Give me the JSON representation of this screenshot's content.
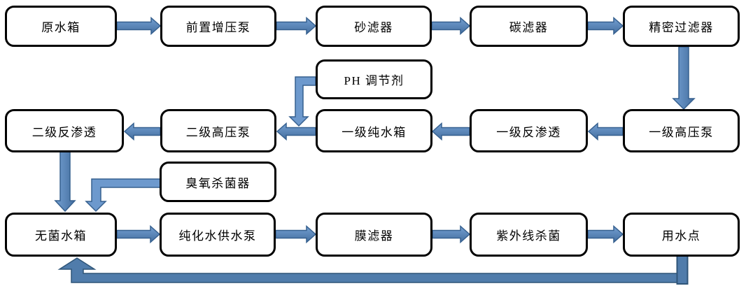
{
  "diagram": {
    "type": "flowchart",
    "description": "Pure water treatment process flow diagram",
    "nodes": [
      {
        "id": "raw-water-tank",
        "label": "原水箱"
      },
      {
        "id": "pre-booster-pump",
        "label": "前置增压泵"
      },
      {
        "id": "sand-filter",
        "label": "砂滤器"
      },
      {
        "id": "carbon-filter",
        "label": "碳滤器"
      },
      {
        "id": "precision-filter",
        "label": "精密过滤器"
      },
      {
        "id": "ph-adjuster",
        "label": "PH 调节剂"
      },
      {
        "id": "stage1-high-pressure-pump",
        "label": "一级高压泵"
      },
      {
        "id": "stage1-reverse-osmosis",
        "label": "一级反渗透"
      },
      {
        "id": "stage1-pure-water-tank",
        "label": "一级纯水箱"
      },
      {
        "id": "stage2-high-pressure-pump",
        "label": "二级高压泵"
      },
      {
        "id": "stage2-reverse-osmosis",
        "label": "二级反渗透"
      },
      {
        "id": "ozone-sterilizer",
        "label": "臭氧杀菌器"
      },
      {
        "id": "sterile-water-tank",
        "label": "无菌水箱"
      },
      {
        "id": "purified-water-supply-pump",
        "label": "纯化水供水泵"
      },
      {
        "id": "membrane-filter",
        "label": "膜滤器"
      },
      {
        "id": "uv-sterilizer",
        "label": "紫外线杀菌"
      },
      {
        "id": "water-use-point",
        "label": "用水点"
      }
    ],
    "edges": [
      {
        "from": "raw-water-tank",
        "to": "pre-booster-pump"
      },
      {
        "from": "pre-booster-pump",
        "to": "sand-filter"
      },
      {
        "from": "sand-filter",
        "to": "carbon-filter"
      },
      {
        "from": "carbon-filter",
        "to": "precision-filter"
      },
      {
        "from": "precision-filter",
        "to": "stage1-high-pressure-pump"
      },
      {
        "from": "stage1-high-pressure-pump",
        "to": "stage1-reverse-osmosis"
      },
      {
        "from": "stage1-reverse-osmosis",
        "to": "stage1-pure-water-tank"
      },
      {
        "from": "stage1-pure-water-tank",
        "to": "stage2-high-pressure-pump"
      },
      {
        "from": "ph-adjuster",
        "to": "stage2-high-pressure-pump"
      },
      {
        "from": "stage2-high-pressure-pump",
        "to": "stage2-reverse-osmosis"
      },
      {
        "from": "stage2-reverse-osmosis",
        "to": "sterile-water-tank"
      },
      {
        "from": "ozone-sterilizer",
        "to": "sterile-water-tank"
      },
      {
        "from": "sterile-water-tank",
        "to": "purified-water-supply-pump"
      },
      {
        "from": "purified-water-supply-pump",
        "to": "membrane-filter"
      },
      {
        "from": "membrane-filter",
        "to": "uv-sterilizer"
      },
      {
        "from": "uv-sterilizer",
        "to": "water-use-point"
      },
      {
        "from": "water-use-point",
        "to": "sterile-water-tank",
        "note": "return loop"
      }
    ],
    "colors": {
      "arrow_fill": "#4f81bd",
      "arrow_fill_light": "#6d99cd",
      "arrow_stroke": "#36608f",
      "box_fill": "#ffffff",
      "box_border": "#000000",
      "background": "#ffffff"
    }
  }
}
